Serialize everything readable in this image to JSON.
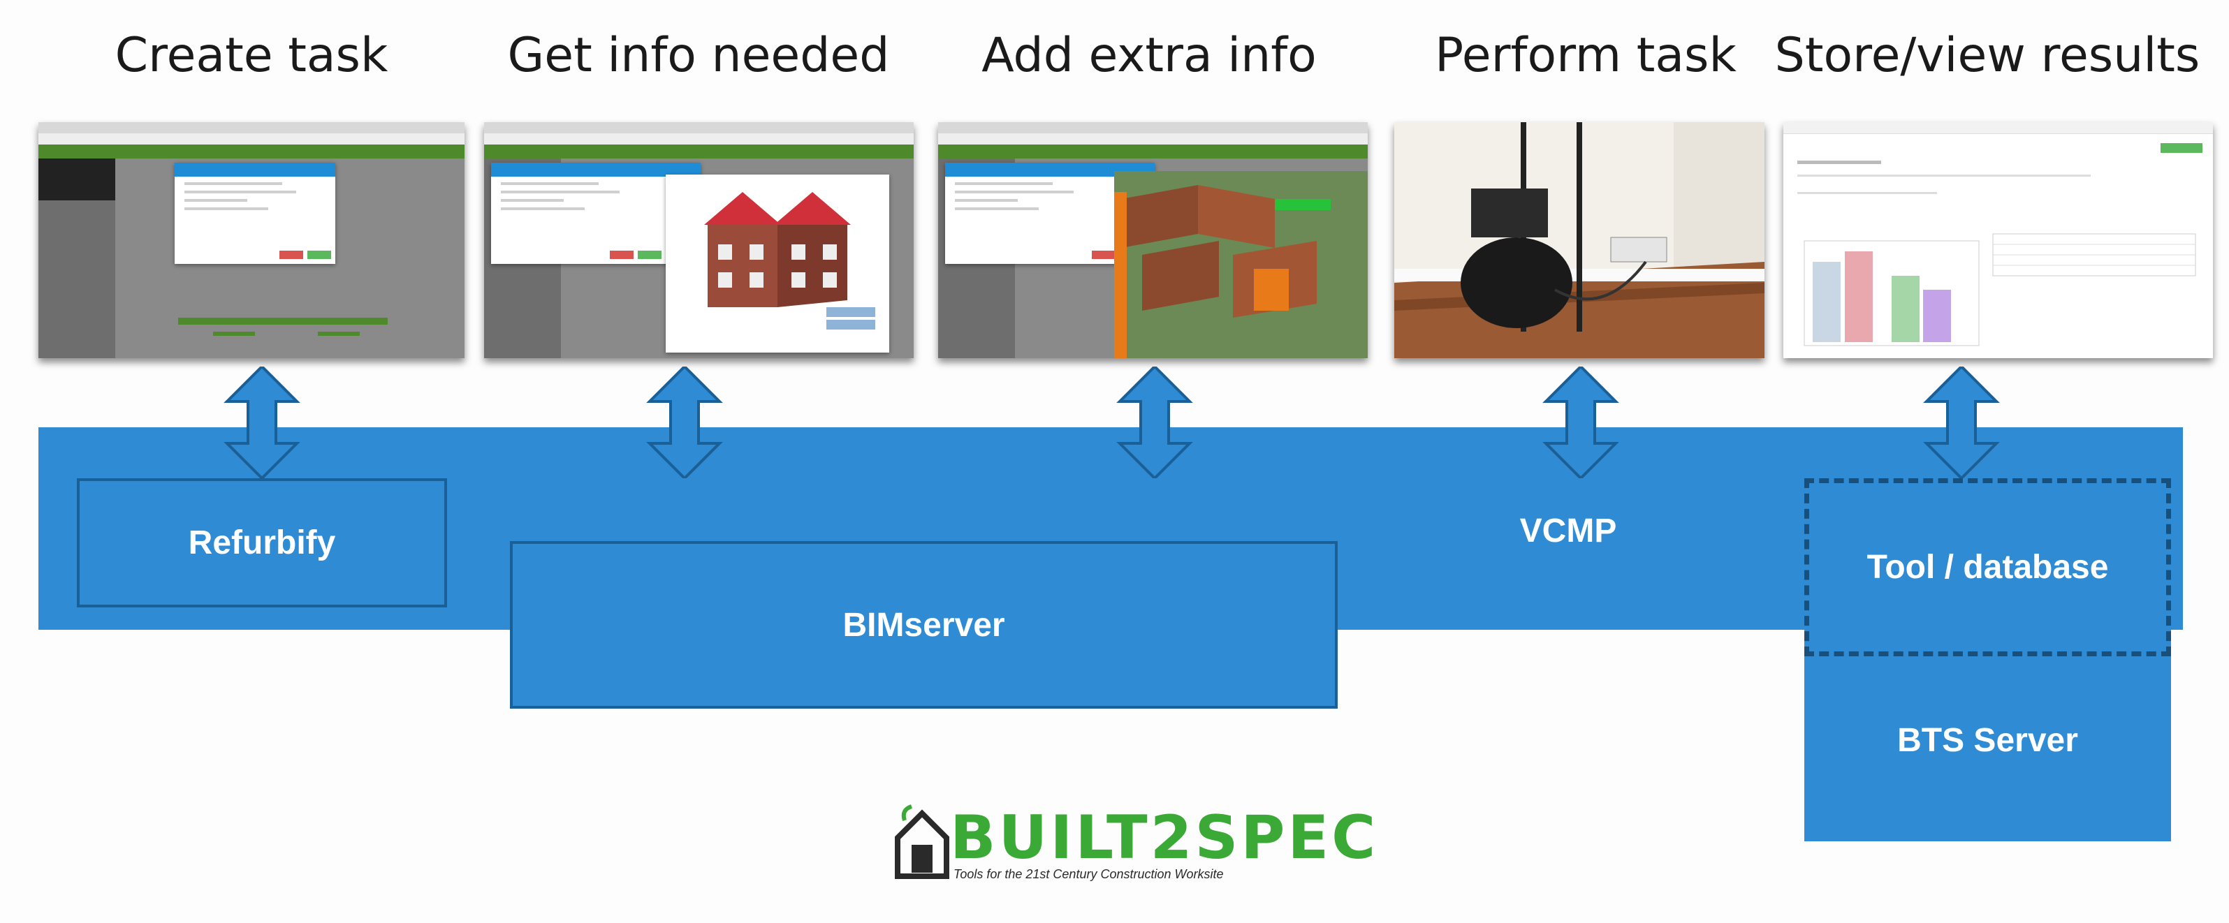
{
  "steps": [
    {
      "title": "Create task"
    },
    {
      "title": "Get info needed"
    },
    {
      "title": "Add extra info"
    },
    {
      "title": "Perform task"
    },
    {
      "title": "Store/view results"
    }
  ],
  "components": {
    "refurbify": "Refurbify",
    "bimserver": "BIMserver",
    "vcmp": "VCMP",
    "tool_database": "Tool / database",
    "bts_server": "BTS Server"
  },
  "logo": {
    "name": "BUILT2SPEC",
    "tagline": "Tools for the 21st Century Construction Worksite"
  },
  "colors": {
    "band": "#2e8bd4",
    "box_border": "#1a5f96",
    "logo_green": "#3aa935",
    "logo_dark": "#2a2a2a"
  }
}
